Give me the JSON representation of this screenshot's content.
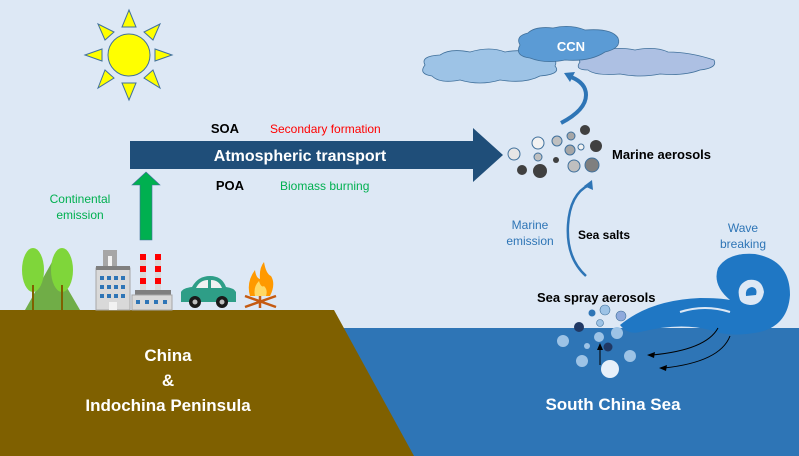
{
  "title": "Marine aerosol sources over the South China Sea",
  "colors": {
    "sky": "#dde8f5",
    "land": "#7f6000",
    "sea": "#2e75b6",
    "transport_arrow": "#1f4e79",
    "green_arrow": "#00b050",
    "sun": "#ffff00",
    "cloud_light": "#9dc3e6",
    "cloud_mid": "#5b9bd5",
    "cloud_lavender": "#adc0e3",
    "red_text": "#ff0000",
    "green_text": "#00b050",
    "blue_text": "#2e75b6",
    "wave": "#1f77c4"
  },
  "labels": {
    "soa": "SOA",
    "secondary_formation": "Secondary formation",
    "atmospheric_transport": "Atmospheric transport",
    "poa": "POA",
    "biomass_burning": "Biomass burning",
    "continental_emission_line1": "Continental",
    "continental_emission_line2": "emission",
    "ccn": "CCN",
    "marine_aerosols": "Marine aerosols",
    "marine_emission_line1": "Marine",
    "marine_emission_line2": "emission",
    "sea_salts": "Sea salts",
    "wave_breaking_line1": "Wave",
    "wave_breaking_line2": "breaking",
    "sea_spray_aerosols": "Sea spray aerosols",
    "land_line1": "China",
    "land_line2": "&",
    "land_line3": "Indochina Peninsula",
    "sea_name": "South China Sea"
  },
  "icons": [
    "sun-icon",
    "trees-icon",
    "building-icon",
    "factory-icon",
    "car-icon",
    "fire-icon",
    "cloud-icon",
    "wave-icon",
    "particle-icon"
  ]
}
